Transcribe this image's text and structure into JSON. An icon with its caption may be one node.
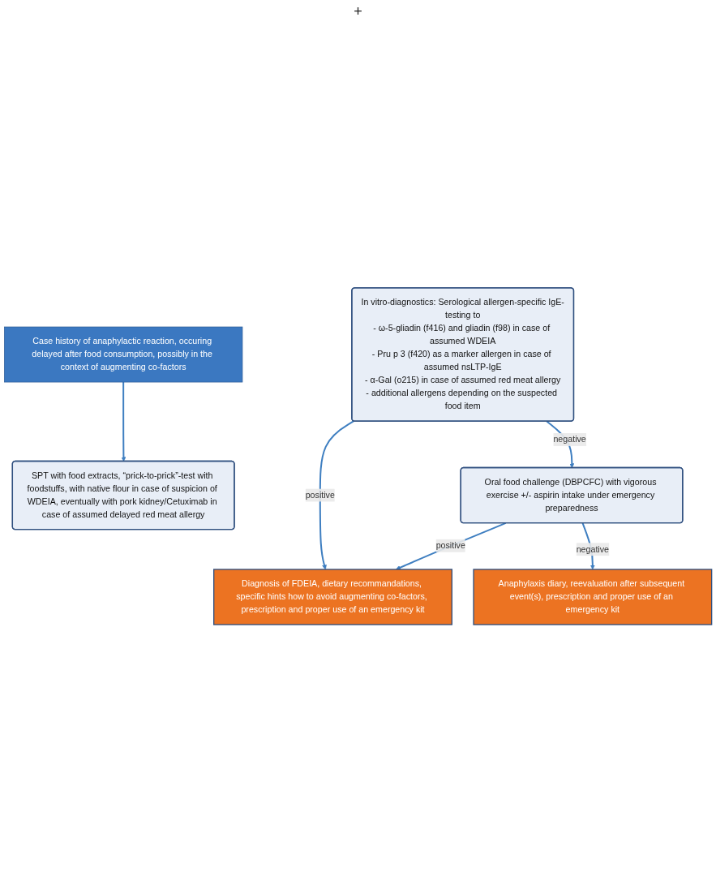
{
  "diagram": {
    "nodes": [
      {
        "text": [
          "Case history of anaphylactic reaction, occuring delayed after food consumption, possibly in the context of augmenting co-factors"
        ]
      },
      {
        "text": [
          "SPT with food extracts, “prick-to-prick”-test with foodstuffs, with native flour in case of suspicion of WDEIA, eventually with pork kidney/Cetuximab in case of assumed delayed red meat allergy"
        ]
      },
      {
        "text": [
          "In vitro-diagnostics: Serological allergen-specific IgE-testing to",
          "- ω-5-gliadin (f416) and gliadin (f98) in case of assumed WDEIA",
          "- Pru p 3 (f420) as a marker allergen in case of assumed nsLTP-IgE",
          "- α-Gal (o215) in case of assumed red meat allergy",
          "- additional allergens depending on the suspected food item"
        ]
      },
      {
        "text": [
          "Diagnosis of FDEIA, dietary recommandations, specific hints how to avoid augmenting co-factors, prescription and proper use of an emergency kit"
        ]
      },
      {
        "text": [
          "Oral food challenge (DBPCFC) with vigorous exercise +/- aspirin intake under emergency preparedness"
        ]
      },
      {
        "text": [
          "Anaphylaxis diary, reevaluation after subsequent event(s), prescription and proper use of an emergency kit"
        ]
      }
    ],
    "edges": [
      {
        "from": 0,
        "to": 1,
        "arrow": "to"
      },
      {
        "from": 2,
        "to": 3,
        "label": "positive",
        "arrow": "to"
      },
      {
        "from": 2,
        "to": 4,
        "label": "negative",
        "arrow": "to"
      },
      {
        "from": 4,
        "to": 3,
        "label": "positive",
        "arrow": "to"
      },
      {
        "from": 4,
        "to": 5,
        "label": "negative",
        "arrow": "to"
      }
    ],
    "labels": [
      "+"
    ]
  }
}
